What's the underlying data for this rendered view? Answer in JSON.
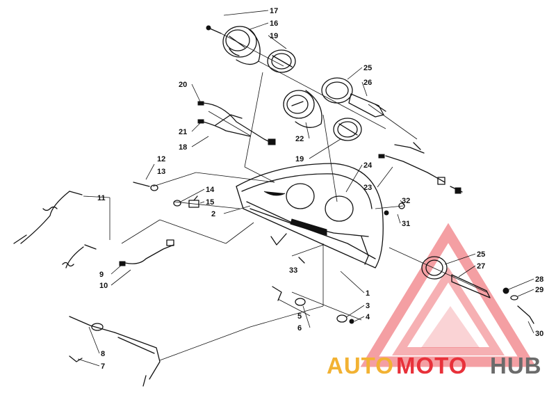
{
  "diagram": {
    "callouts": [
      "1",
      "2",
      "3",
      "4",
      "5",
      "6",
      "7",
      "8",
      "9",
      "10",
      "11",
      "12",
      "13",
      "14",
      "15",
      "16",
      "17",
      "18",
      "19",
      "20",
      "21",
      "22",
      "23",
      "24",
      "25",
      "26",
      "27",
      "28",
      "29",
      "30",
      "31",
      "32",
      "33"
    ],
    "repeated_callouts": {
      "19b": "19",
      "25b": "25"
    }
  },
  "watermark": {
    "part1": "AUTO",
    "part2": "MOTO",
    "part3": "HUB",
    "colors": {
      "auto": "#f2b233",
      "moto": "#e8313a",
      "hub": "#6b6b6b",
      "triangle": "#e8313a"
    }
  }
}
